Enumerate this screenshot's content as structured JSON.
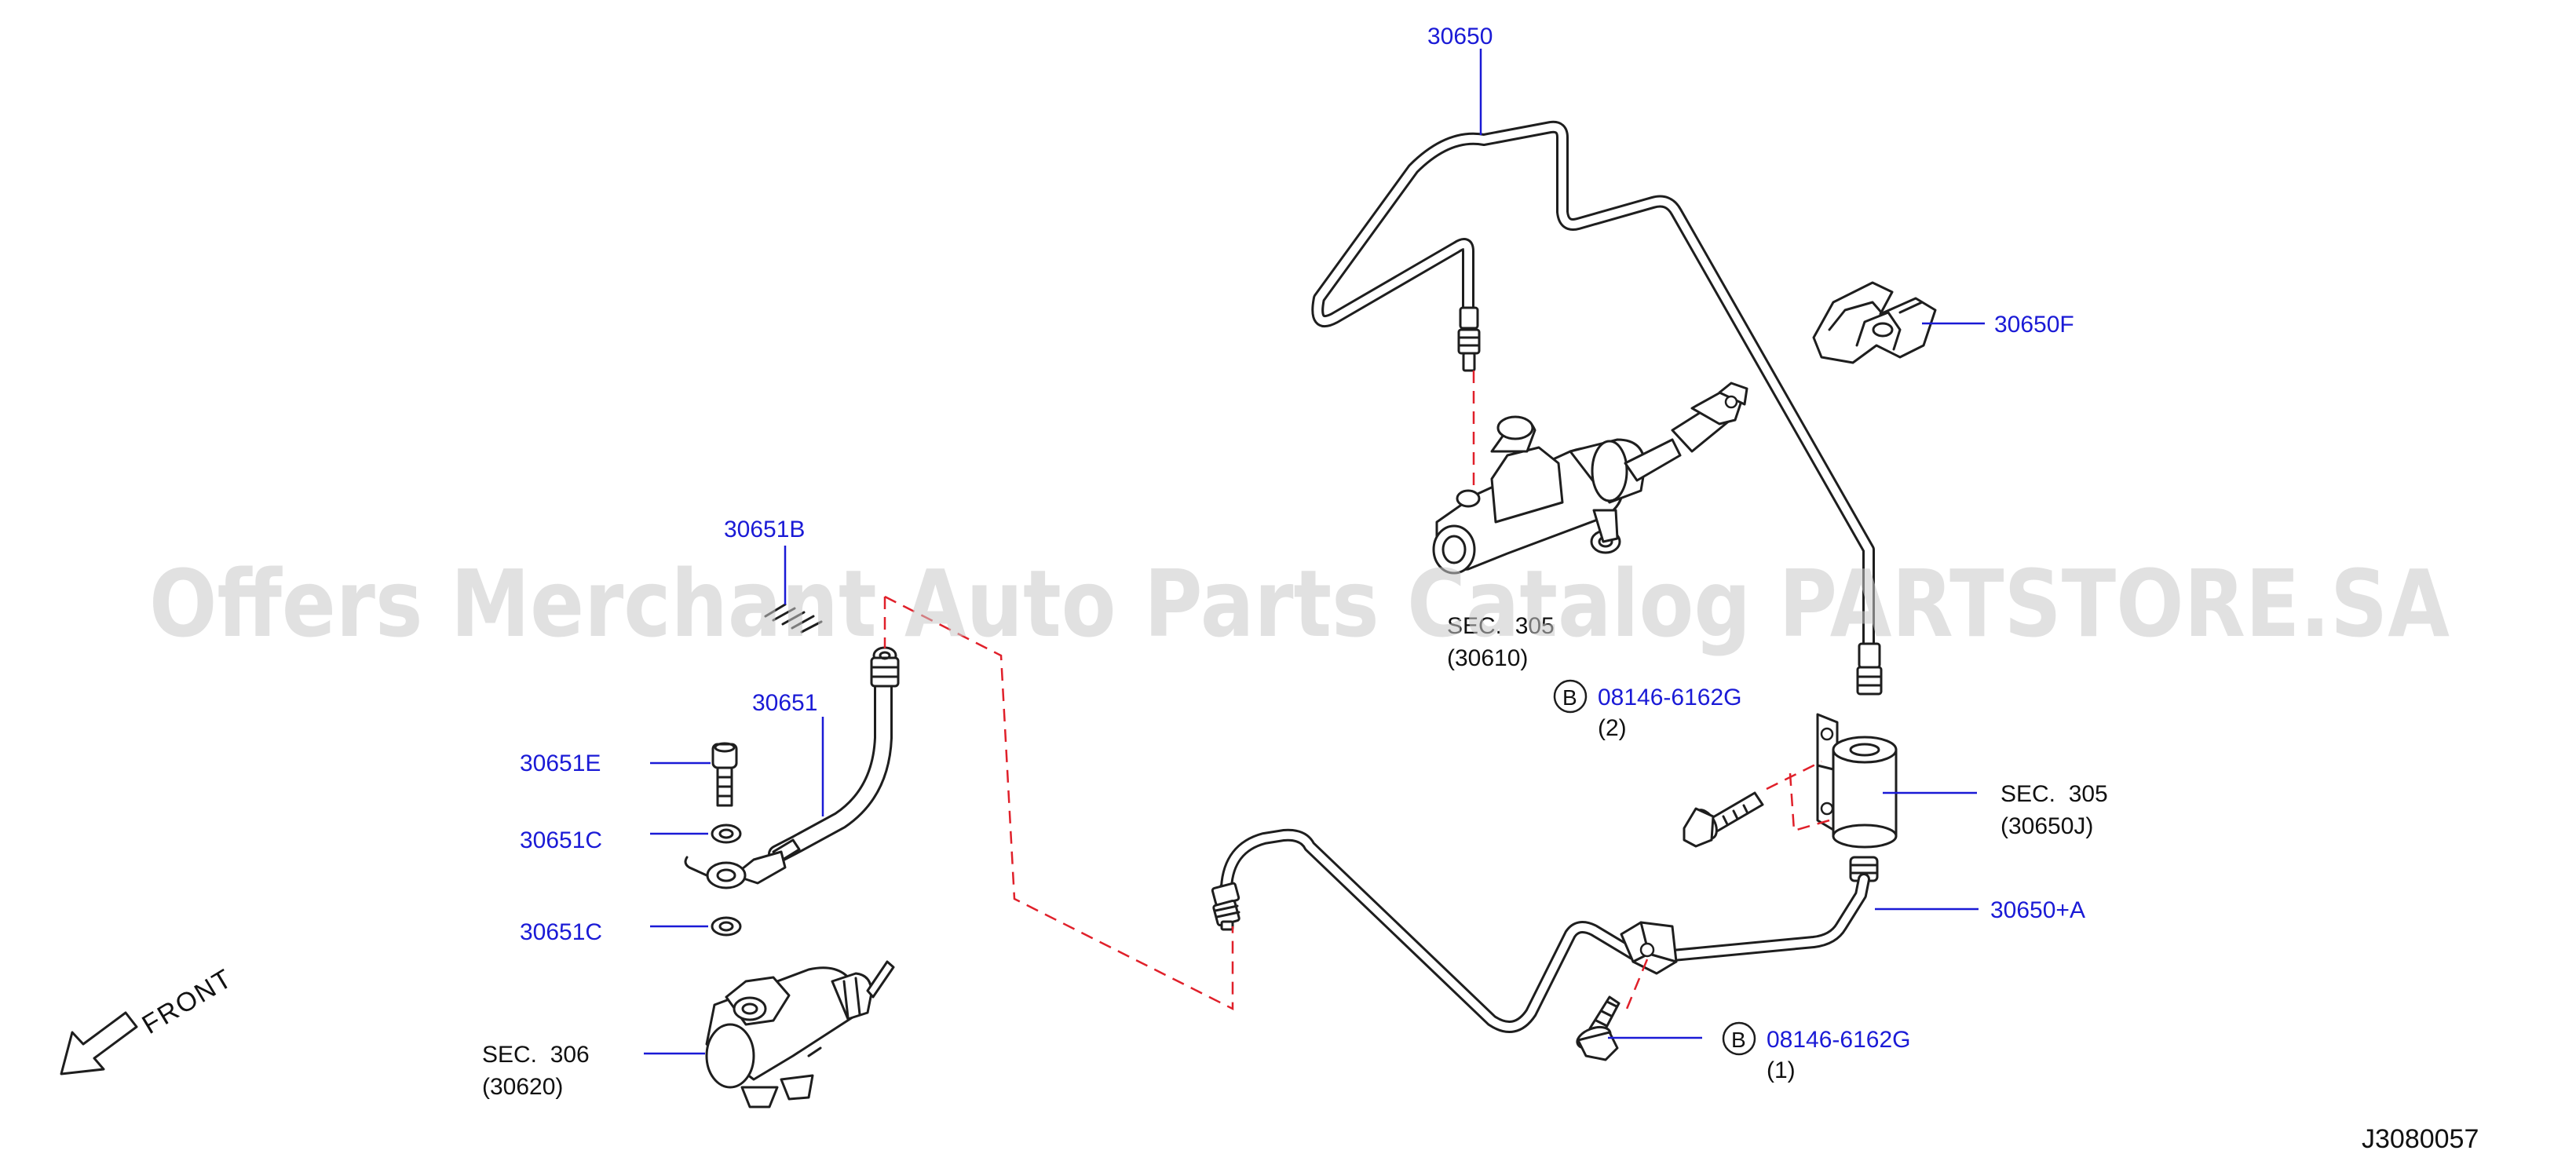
{
  "diagram_id": "J3080057",
  "watermark": "Offers Merchant Auto Parts Catalog PARTSTORE.SA",
  "front_label": "FRONT",
  "colors": {
    "callout": "#1a1ad6",
    "text": "#111111",
    "dashed": "#e0202a",
    "watermark": "#c9c9c9"
  },
  "callouts": {
    "p30650": "30650",
    "p30650F": "30650F",
    "p30651B": "30651B",
    "p30651": "30651",
    "p30651E": "30651E",
    "p30651C_1": "30651C",
    "p30651C_2": "30651C",
    "p30650A": "30650+A",
    "bolt_upper": "08146-6162G",
    "bolt_lower": "08146-6162G"
  },
  "bolt_marker": "B",
  "quantities": {
    "bolt_upper": "(2)",
    "bolt_lower": "(1)"
  },
  "sections": {
    "master": {
      "sec": "SEC.  305",
      "code": "(30610)"
    },
    "damper": {
      "sec": "SEC.  305",
      "code": "(30650J)"
    },
    "operating": {
      "sec": "SEC.  306",
      "code": "(30620)"
    }
  }
}
